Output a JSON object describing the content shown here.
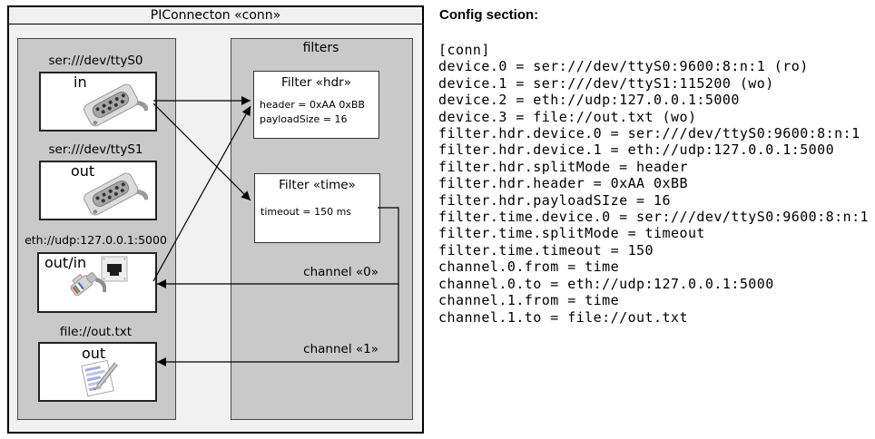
{
  "colors": {
    "canvas_fill": "#f1f1f1",
    "panel_fill": "#c9c9c9",
    "box_fill": "#ffffff",
    "line_color": "#000000"
  },
  "diagram": {
    "title": "PIConnecton «conn»",
    "devices_panel": {
      "devices": [
        {
          "label": "ser:///dev/ttyS0",
          "port": "in",
          "icon": "serial-connector"
        },
        {
          "label": "ser:///dev/ttyS1",
          "port": "out",
          "icon": "serial-connector"
        },
        {
          "label": "eth://udp:127.0.0.1:5000",
          "port": "out/in",
          "icon": "ethernet-connector"
        },
        {
          "label": "file://out.txt",
          "port": "out",
          "icon": "notepad"
        }
      ]
    },
    "filters_panel": {
      "title": "filters",
      "filters": [
        {
          "title": "Filter «hdr»",
          "lines": [
            "header = 0xAA 0xBB",
            "payloadSize = 16"
          ]
        },
        {
          "title": "Filter «time»",
          "lines": [
            "timeout = 150 ms"
          ]
        }
      ]
    },
    "channels": [
      {
        "label": "channel «0»"
      },
      {
        "label": "channel «1»"
      }
    ],
    "connections": [
      {
        "from": "ser:///dev/ttyS0 in",
        "to": "Filter «hdr»"
      },
      {
        "from": "ser:///dev/ttyS0 in",
        "to": "Filter «time»"
      },
      {
        "from": "eth://udp:127.0.0.1:5000 out/in",
        "to": "Filter «hdr»"
      },
      {
        "from": "Filter «time»",
        "to": "eth://udp:127.0.0.1:5000 out/in",
        "via": "channel «0»"
      },
      {
        "from": "Filter «time»",
        "to": "file://out.txt out",
        "via": "channel «1»"
      }
    ]
  },
  "config": {
    "heading": "Config section:",
    "lines": [
      "[conn]",
      "device.0 = ser:///dev/ttyS0:9600:8:n:1 (ro)",
      "device.1 = ser:///dev/ttyS1:115200 (wo)",
      "device.2 = eth://udp:127.0.0.1:5000",
      "device.3 = file://out.txt (wo)",
      "filter.hdr.device.0 = ser:///dev/ttyS0:9600:8:n:1",
      "filter.hdr.device.1 = eth://udp:127.0.0.1:5000",
      "filter.hdr.splitMode = header",
      "filter.hdr.header = 0xAA 0xBB",
      "filter.hdr.payloadSIze = 16",
      "filter.time.device.0 = ser:///dev/ttyS0:9600:8:n:1",
      "filter.time.splitMode = timeout",
      "filter.time.timeout = 150",
      "channel.0.from = time",
      "channel.0.to = eth://udp:127.0.0.1:5000",
      "channel.1.from = time",
      "channel.1.to = file://out.txt"
    ]
  }
}
